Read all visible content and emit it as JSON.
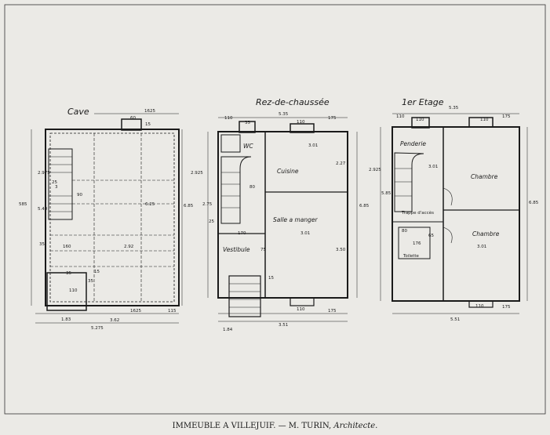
{
  "caption": {
    "location": "IMMEUBLE A VILLEJUIF.",
    "separator": "—",
    "architect": "M. TURIN,",
    "role": "Architecte."
  },
  "plans": {
    "cave": {
      "title": "Cave",
      "dims": [
        "1625",
        "60",
        "15",
        "2.975",
        "585",
        "5.40",
        "3",
        "6.25",
        "6.85",
        "160",
        "2.92",
        "35",
        "25",
        "90",
        "110",
        "15",
        "35",
        "35",
        "1.83",
        "3.62",
        "1625",
        "115",
        "5.275"
      ]
    },
    "rdc": {
      "title": "Rez-de-chaussée",
      "rooms": {
        "wc": "WC",
        "cuisine": "Cuisine",
        "salle": "Salle a manger",
        "vestibule": "Vestibule"
      },
      "dims": [
        "5.35",
        "110",
        "35",
        "175",
        "110",
        "3.01",
        "2.925",
        "2.75",
        "25",
        "80",
        "2.27",
        "6.85",
        "170",
        "3.01",
        "3.50",
        "15",
        "75",
        "110",
        "175",
        "3.51",
        "1.84"
      ]
    },
    "etage": {
      "title": "1er Etage",
      "rooms": {
        "penderie": "Penderie",
        "chambre1": "Chambre",
        "trappe": "Trappe d'accès",
        "chambre2": "Chambre",
        "toilette": "Toilette"
      },
      "dims": [
        "5.35",
        "110",
        "175",
        "110",
        "110",
        "2.925",
        "5.85",
        "3.01",
        "6.85",
        "3.01",
        "80",
        "65",
        "176",
        "110",
        "175",
        "5.51"
      ]
    }
  }
}
